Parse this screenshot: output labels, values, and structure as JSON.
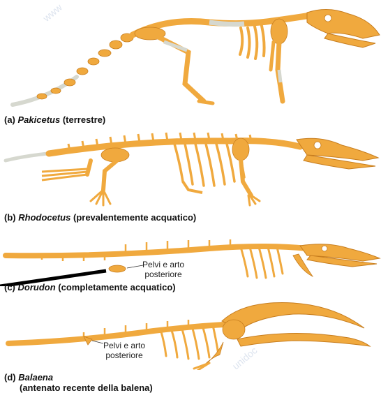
{
  "panels": [
    {
      "letter": "(a)",
      "genus": "Pakicetus",
      "note": "(terrestre)"
    },
    {
      "letter": "(b)",
      "genus": "Rhodocetus",
      "note": "(prevalentemente acquatico)"
    },
    {
      "letter": "(c)",
      "genus": "Dorudon",
      "note": "(completamente acquatico)"
    },
    {
      "letter": "(d)",
      "genus": "Balaena",
      "note": "(antenato recente della balena)"
    }
  ],
  "callouts": {
    "c": {
      "line1": "Pelvi e arto",
      "line2": "posteriore"
    },
    "d": {
      "line1": "Pelvi e arto",
      "line2": "posteriore"
    }
  },
  "colors": {
    "bone": "#f0a93e",
    "bone_dark": "#c77d1e",
    "cartilage": "#d6d8cf",
    "pointer": "#000000"
  }
}
